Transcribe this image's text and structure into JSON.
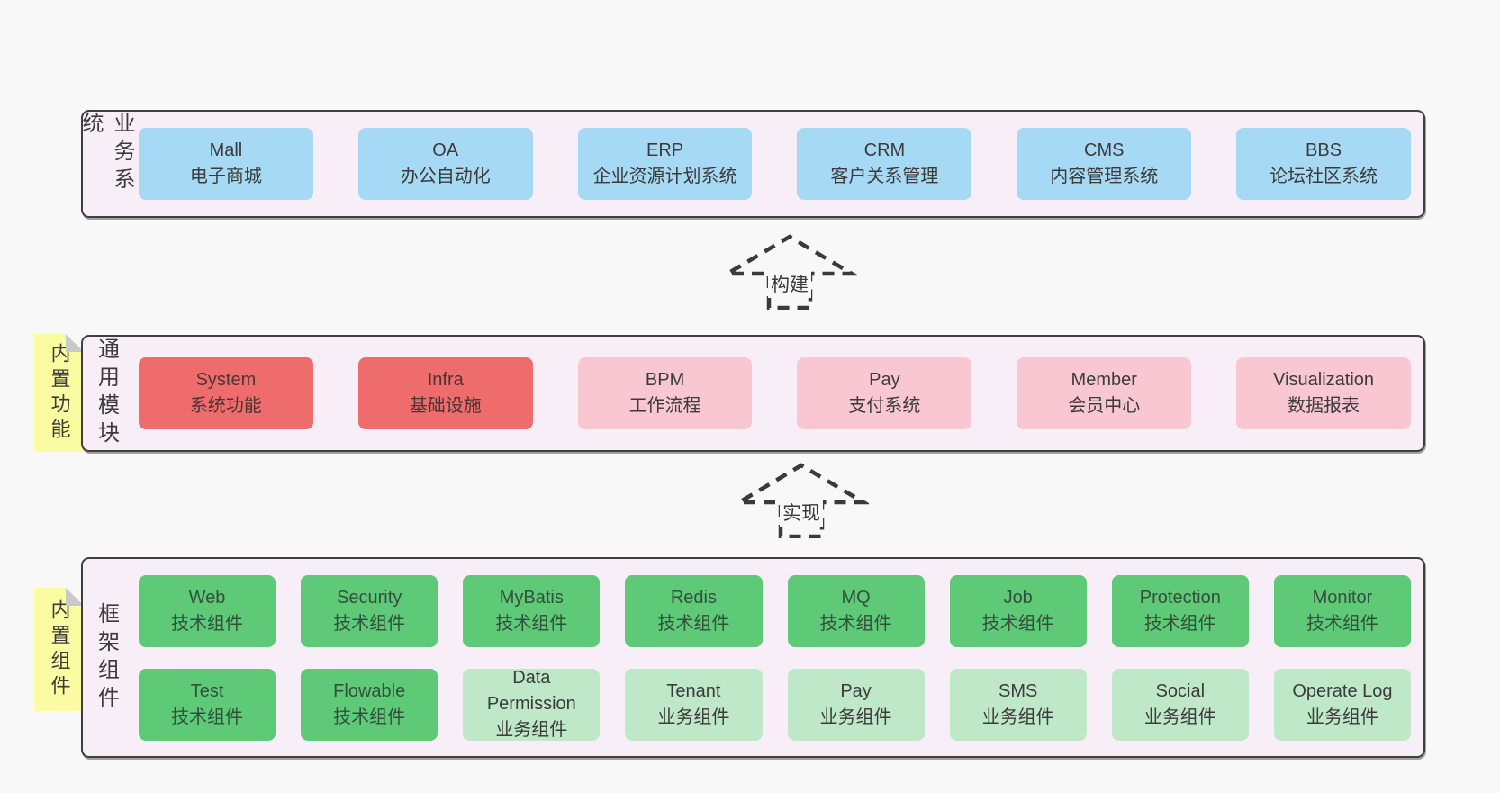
{
  "palette": {
    "page_bg": "#f8f8f8",
    "panel_bg": "#f8eef7",
    "panel_border": "#3f3f3f",
    "blue_box": "#a6d9f4",
    "red_box": "#ef6c6c",
    "pink_box": "#f9c7d1",
    "green_box": "#5ec977",
    "light_green_box": "#bfe8c9",
    "sticky_bg": "#fbfba1",
    "sticky_fold": "#c9c9c9",
    "arrow": "#3a3a3a",
    "text": "#3b3b3b"
  },
  "layers": [
    {
      "label": "业务系统",
      "boxes": [
        {
          "text": "Mall\n电子商城"
        },
        {
          "text": "OA\n办公自动化"
        },
        {
          "text": "ERP\n企业资源计划系统"
        },
        {
          "text": "CRM\n客户关系管理"
        },
        {
          "text": "CMS\n内容管理系统"
        },
        {
          "text": "BBS\n论坛社区系统"
        }
      ]
    },
    {
      "label": "通用模块",
      "sticky": "内置功能",
      "boxes": [
        {
          "text": "System\n系统功能"
        },
        {
          "text": "Infra\n基础设施"
        },
        {
          "text": "BPM\n工作流程"
        },
        {
          "text": "Pay\n支付系统"
        },
        {
          "text": "Member\n会员中心"
        },
        {
          "text": "Visualization\n数据报表"
        }
      ]
    },
    {
      "label": "框架组件",
      "sticky": "内置组件",
      "rows": [
        [
          {
            "text": "Web\n技术组件"
          },
          {
            "text": "Security\n技术组件"
          },
          {
            "text": "MyBatis\n技术组件"
          },
          {
            "text": "Redis\n技术组件"
          },
          {
            "text": "MQ\n技术组件"
          },
          {
            "text": "Job\n技术组件"
          },
          {
            "text": "Protection\n技术组件"
          },
          {
            "text": "Monitor\n技术组件"
          }
        ],
        [
          {
            "text": "Test\n技术组件"
          },
          {
            "text": "Flowable\n技术组件"
          },
          {
            "text": "Data Permission\n业务组件"
          },
          {
            "text": "Tenant\n业务组件"
          },
          {
            "text": "Pay\n业务组件"
          },
          {
            "text": "SMS\n业务组件"
          },
          {
            "text": "Social\n业务组件"
          },
          {
            "text": "Operate Log\n业务组件"
          }
        ]
      ]
    }
  ],
  "arrows": [
    {
      "label": "构建"
    },
    {
      "label": "实现"
    }
  ]
}
